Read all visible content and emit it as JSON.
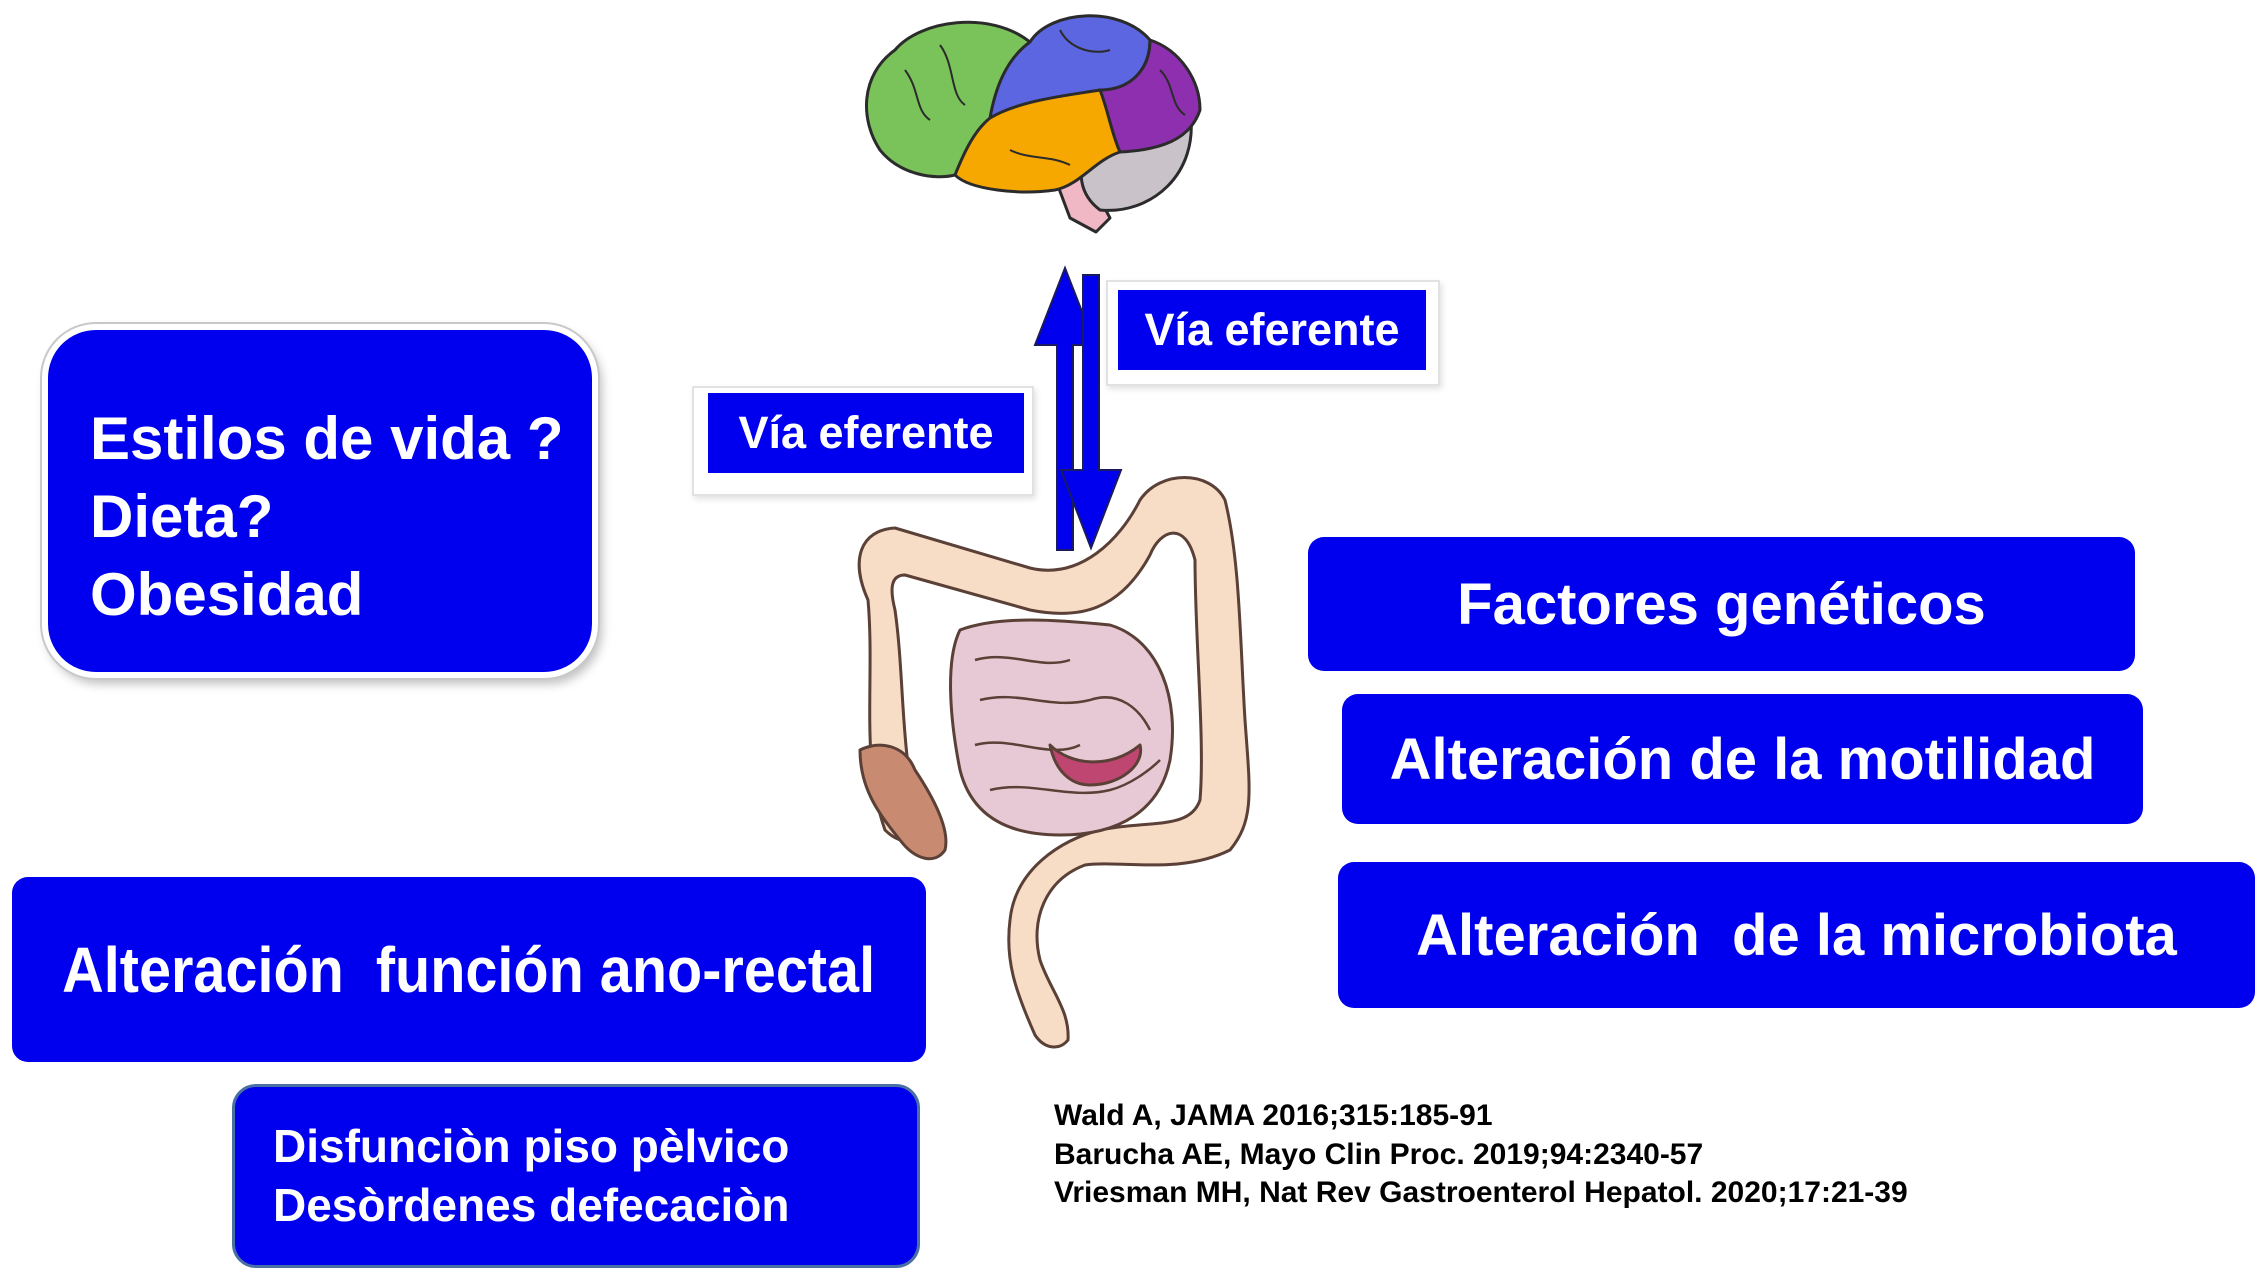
{
  "labels": {
    "via_top": "Vía eferente",
    "via_left": "Vía eferente"
  },
  "lifestyle": {
    "lines": [
      "Estilos de vida ?",
      "Dieta?",
      "Obesidad"
    ]
  },
  "factors": {
    "genetic": "Factores genéticos",
    "motility": "Alteración de la motilidad",
    "microbiota": "Alteración  de la microbiota"
  },
  "anorectal": "Alteración  función ano-rectal",
  "pelvic": {
    "lines": [
      "Disfunciòn piso pèlvico",
      "Desòrdenes defecaciòn"
    ]
  },
  "references": [
    "Wald A, JAMA 2016;315:185-91",
    "Barucha AE, Mayo Clin Proc. 2019;94:2340-57",
    "Vriesman MH, Nat Rev Gastroenterol Hepatol. 2020;17:21-39"
  ],
  "illustrations": {
    "brain": "brain-icon",
    "intestine": "intestine-icon",
    "arrows": "bidirectional-arrow-icon"
  },
  "colors": {
    "box_blue": "#0000ee",
    "brain_green": "#7ac35b",
    "brain_blue": "#5b66e0",
    "brain_purple": "#8d2fae",
    "brain_orange": "#f6a800",
    "colon_skin": "#f7dcc6",
    "small_bowel": "#e6c9d4"
  }
}
